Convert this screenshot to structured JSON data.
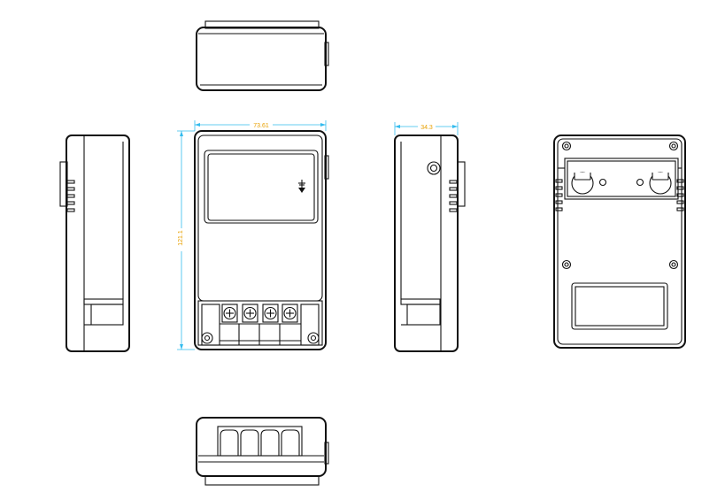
{
  "dimensions": {
    "width": "73.61",
    "height": "121.1",
    "depth": "34.3"
  },
  "colors": {
    "line": "#111111",
    "dimension_line": "#33bbee",
    "dimension_text": "#e8a000",
    "background": "#ffffff"
  },
  "symbols": {
    "front_label_area": "ground-arrow-icon"
  }
}
